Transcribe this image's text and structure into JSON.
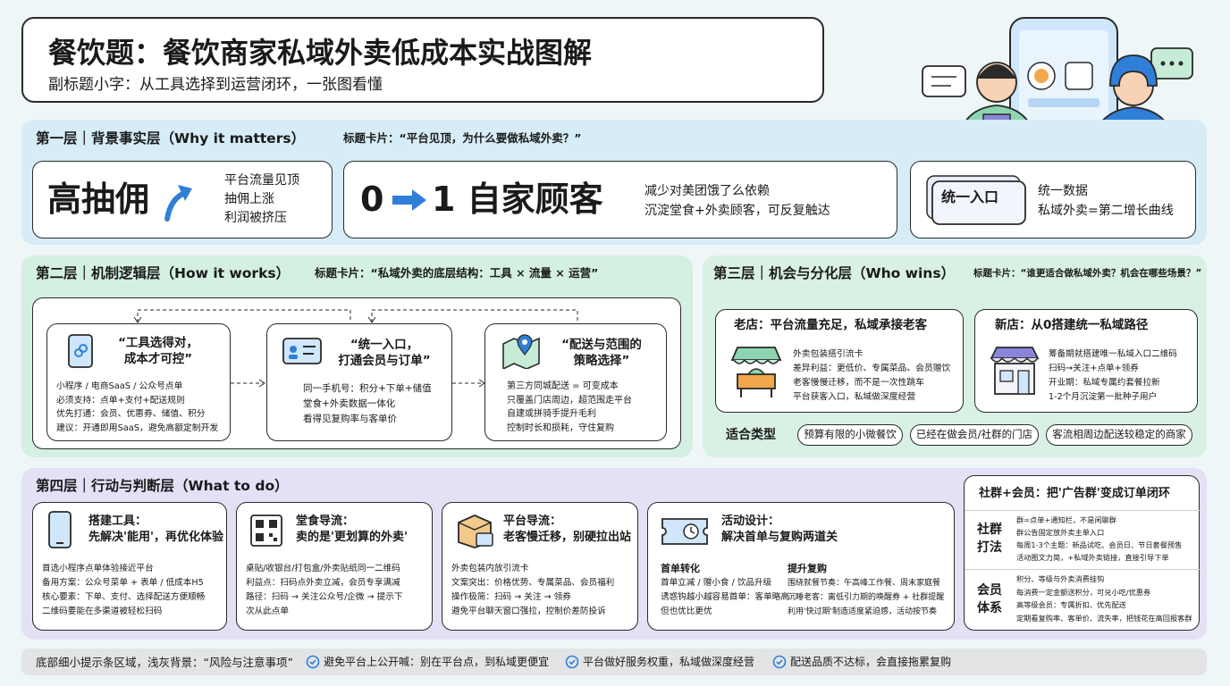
{
  "header": {
    "title": "餐饮题：餐饮商家私域外卖低成本实战图解",
    "subtitle": "副标题小字：从工具选择到运营闭环，一张图看懂"
  },
  "colors": {
    "layer1_bg": "#d6ecf6",
    "layer2_bg": "#d3f0e2",
    "layer3_bg": "#d9f1e4",
    "layer4_bg": "#e4e0f6",
    "footer_bg": "#e2e4e6",
    "arrow_blue": "#2f7fd9"
  },
  "layer1": {
    "heading": "第一层｜背景事实层（Why it matters）",
    "card_title": "标题卡片：“平台见顶，为什么要做私域外卖？”",
    "c1": {
      "big": "高抽佣",
      "lines": [
        "平台流量见顶",
        "抽佣上涨",
        "利润被挤压"
      ]
    },
    "c2": {
      "left": "0",
      "right": "1 自家顾客",
      "lines": [
        "减少对美团饿了么依赖",
        "沉淀堂食+外卖顾客，可反复触达"
      ]
    },
    "c3": {
      "tag": "统一入口",
      "lines": [
        "统一数据",
        "私域外卖=第二增长曲线"
      ]
    }
  },
  "layer2": {
    "heading": "第二层｜机制逻辑层（How it works）",
    "card_title": "标题卡片：“私域外卖的底层结构：工具 × 流量 × 运营”",
    "boxes": [
      {
        "title": [
          "“工具选得对，",
          "成本才可控”"
        ],
        "lines": [
          "小程序 / 电商SaaS / 公众号点单",
          "必须支持：点单+支付+配送规则",
          "优先打通：会员、优惠券、储值、积分",
          "建议：开通即用SaaS，避免高额定制开发"
        ]
      },
      {
        "title": [
          "“统一入口，",
          "打通会员与订单”"
        ],
        "lines": [
          "同一手机号：积分+下单+储值",
          "堂食+外卖数据一体化",
          "看得见复购率与客单价"
        ]
      },
      {
        "title": [
          "“配送与范围的",
          "策略选择”"
        ],
        "lines": [
          "第三方同城配送 = 可变成本",
          "只覆盖门店周边，超范围走平台",
          "自建或拼骑手提升毛利",
          "控制时长和损耗，守住复购"
        ]
      }
    ]
  },
  "layer3": {
    "heading": "第三层｜机会与分化层（Who wins）",
    "card_title": "标题卡片：“谁更适合做私域外卖？机会在哪些场景？”",
    "old": {
      "title": "老店：平台流量充足，私域承接老客",
      "lines": [
        "外卖包装搭引流卡",
        "差异利益：更低价、专属菜品、会员赠饮",
        "老客慢慢迁移，而不是一次性跳车",
        "平台获客入口，私域做深度经营"
      ]
    },
    "new": {
      "title": "新店：从0搭建统一私域路径",
      "lines": [
        "筹备期就搭建唯一私域入口二维码",
        "扫码→关注+点单+领券",
        "开业期：私域专属约套餐拉新",
        "1-2个月沉淀第一批种子用户"
      ]
    },
    "fit_label": "适合类型",
    "fit": [
      "预算有限的小微餐饮",
      "已经在做会员/社群的门店",
      "客流相周边配送较稳定的商家"
    ]
  },
  "layer4": {
    "heading": "第四层｜行动与判断层（What to do）",
    "cards": [
      {
        "title": [
          "搭建工具：",
          "先解决'能用'，再优化体验"
        ],
        "lines": [
          "首选小程序点单体验接近平台",
          "备用方案：公众号菜单 + 表单 / 低成本H5",
          "核心要素：下单、支付、选择配送方便顺畅",
          "二维码要能在多渠道被轻松扫码"
        ]
      },
      {
        "title": [
          "堂食导流：",
          "卖的是'更划算的外卖'"
        ],
        "lines": [
          "桌贴/收银台/打包盒/外卖贴纸同一二维码",
          "利益点：扫码点外卖立减，会员专享满减",
          "路径：扫码 → 关注公众号/企微 → 提示下",
          "次从此点单"
        ]
      },
      {
        "title": [
          "平台导流：",
          "老客慢迁移，别硬拉出站"
        ],
        "lines": [
          "外卖包装内放引流卡",
          "文案突出：价格优势、专属菜品、会员福利",
          "操作极简：扫码 → 关注 → 领券",
          "避免平台聊天窗口强拉，控制价差防投诉"
        ]
      },
      {
        "title": [
          "活动设计：",
          "解决首单与复购两道关"
        ],
        "lines": [
          "首单转化",
          "首单立减 / 赠小食 / 饮品升级",
          "诱惑钩越小越容易首单：客单略高",
          "但也优比更优"
        ],
        "col2_title": "提升复购",
        "col2_lines": [
          "围绕就餐节奏：午高峰工作餐、周末家庭餐",
          "沉睡老客：离低引力期的唤醒券 + 社群提醒",
          "利用'快过期'制造适度紧迫感，活动按节奏"
        ]
      }
    ],
    "social": {
      "title": "社群+会员：把'广告群'变成订单闭环",
      "g1_label": [
        "社群",
        "打法"
      ],
      "g1_lines": [
        "群=点单+通知栏，不是闲聊群",
        "群公告固定放外卖主单入口",
        "每周1-3个主题：新品试吃、会员日、节日套餐预售",
        "活动图文力简，+私域外卖链接，直接引导下单"
      ],
      "g2_label": [
        "会员",
        "体系"
      ],
      "g2_lines": [
        "积分、等级与外卖消费挂钩",
        "每消费一定金额送积分，可兑小吃/优惠券",
        "高等级会员：专属折扣、优先配送",
        "定期看复购率、客单价、流失率，把钱花在高回报客群"
      ]
    }
  },
  "footer": {
    "label": "底部细小提示条区域，浅灰背景：“风险与注意事项”",
    "items": [
      "避免平台上公开喊：别在平台点，到私域更便宜",
      "平台做好服务权重，私域做深度经营",
      "配送品质不达标，会直接拖累复购"
    ]
  }
}
